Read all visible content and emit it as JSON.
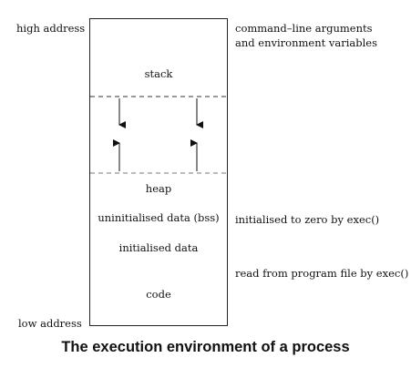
{
  "labels": {
    "high_address": "high address",
    "low_address": "low address"
  },
  "segments": {
    "args_env": "",
    "stack": "stack",
    "heap": "heap",
    "bss": "uninitialised data (bss)",
    "init_data": "initialised data",
    "code": "code"
  },
  "annotations": {
    "args_line1": "command–line arguments",
    "args_line2": "and environment variables",
    "bss_note": "initialised to zero by exec()",
    "program_note": "read from program file by exec()"
  },
  "caption": "The execution environment of a process"
}
